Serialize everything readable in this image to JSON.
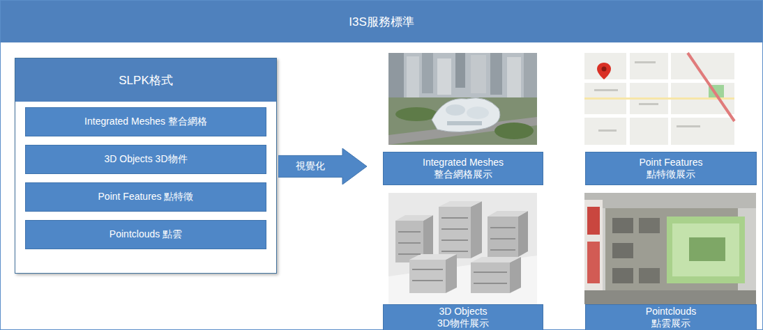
{
  "diagram": {
    "nodes": [
      {
        "text": [
          "I3S服務標準"
        ]
      },
      {
        "text": [
          "SLPK格式"
        ],
        "in": 0
      },
      {
        "text": [
          "Integrated Meshes 整合網格"
        ],
        "in": 1
      },
      {
        "text": [
          "3D Objects 3D物件"
        ],
        "in": 1
      },
      {
        "text": [
          "Point Features 點特徵"
        ],
        "in": 1
      },
      {
        "text": [
          "Pointclouds 點雲"
        ],
        "in": 1
      },
      {
        "text": [
          "視覺化"
        ],
        "in": 0
      },
      {
        "text": [
          "Integrated Meshes 整合網格展示"
        ],
        "in": 0
      },
      {
        "text": [
          "Point Features 點特徵展示"
        ],
        "in": 0
      },
      {
        "text": [
          "3D Objects 3D物件展示"
        ],
        "in": 0
      },
      {
        "text": [
          "Pointclouds 點雲展示"
        ],
        "in": 0
      }
    ]
  }
}
